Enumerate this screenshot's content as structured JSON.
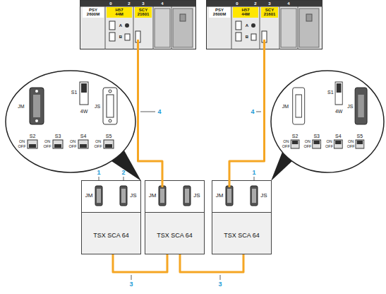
{
  "diagram": {
    "nodes": [
      {
        "text": [
          "PSY 2600M",
          "H57 44M",
          "SCY 21601"
        ]
      },
      {
        "text": [
          "PSY 2600M",
          "H57 44M",
          "SCY 21601"
        ]
      },
      {
        "text": [
          "JM",
          "JS",
          "TSX SCA 64"
        ]
      },
      {
        "text": [
          "JM",
          "JS",
          "TSX SCA 64"
        ]
      },
      {
        "text": [
          "JM",
          "JS",
          "TSX SCA 64"
        ]
      }
    ],
    "edges": [
      {
        "from": 0,
        "to": 3,
        "arrow": "none",
        "label": "4"
      },
      {
        "from": 1,
        "to": 4,
        "arrow": "none",
        "label": "4"
      },
      {
        "from": 2,
        "to": 3,
        "arrow": "none",
        "label": "3"
      },
      {
        "from": 3,
        "to": 4,
        "arrow": "none",
        "label": "3"
      }
    ],
    "labels": [
      "0",
      "2",
      "3",
      "4",
      "A",
      "B",
      "0",
      "2",
      "3",
      "4",
      "A",
      "B",
      "JM",
      "S1",
      "4W",
      "JS",
      "S2",
      "ON",
      "OFF",
      "S3",
      "ON",
      "OFF",
      "S4",
      "ON",
      "OFF",
      "S5",
      "ON",
      "OFF",
      "JM",
      "S1",
      "4W",
      "JS",
      "S2",
      "ON",
      "OFF",
      "S3",
      "ON",
      "OFF",
      "S4",
      "ON",
      "OFF",
      "S5",
      "ON",
      "OFF",
      "1",
      "2",
      "1"
    ]
  }
}
